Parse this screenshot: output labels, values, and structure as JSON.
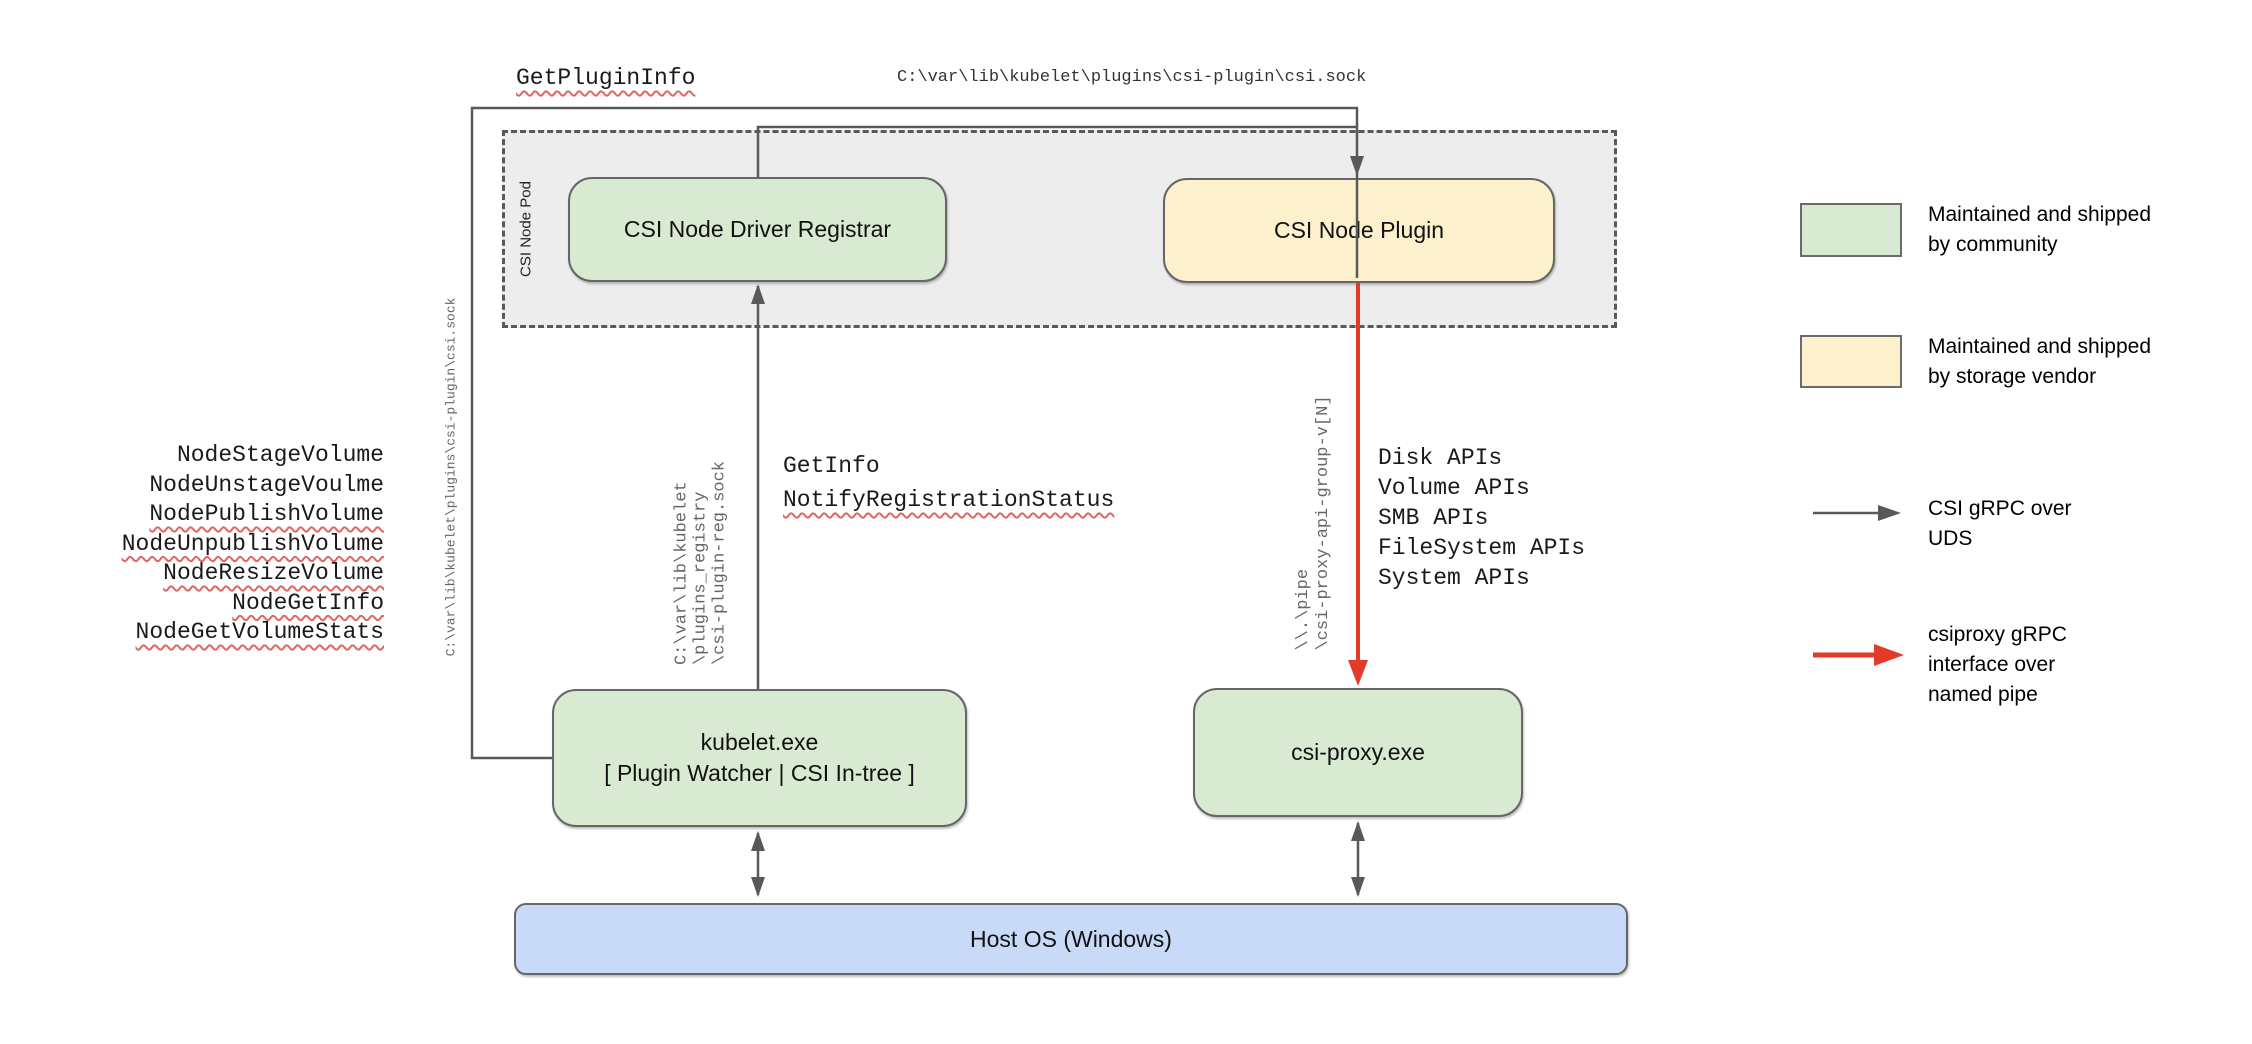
{
  "diagram": {
    "pod_label": "CSI Node Pod",
    "boxes": {
      "registrar": "CSI Node Driver Registrar",
      "plugin": "CSI Node Plugin",
      "kubelet_line1": "kubelet.exe",
      "kubelet_line2": "[ Plugin Watcher | CSI In-tree ]",
      "csi_proxy": "csi-proxy.exe",
      "host_os": "Host OS (Windows)"
    },
    "labels": {
      "get_plugin_info": "GetPluginInfo",
      "csi_sock_top": "C:\\var\\lib\\kubelet\\plugins\\csi-plugin\\csi.sock",
      "csi_sock_left": "C:\\var\\lib\\kubelet\\plugins\\csi-plugin\\csi.sock",
      "get_info": "GetInfo",
      "notify_registration_status": "NotifyRegistrationStatus",
      "reg_sock_line1": "C:\\var\\lib\\kubelet",
      "reg_sock_line2": "\\plugins_registry",
      "reg_sock_line3": "\\csi-plugin-reg.sock",
      "pipe_line1": "\\\\.\\pipe",
      "pipe_line2": "\\csi-proxy-api-group-v[N]"
    },
    "node_calls": [
      "NodeStageVolume",
      "NodeUnstageVoulme",
      "NodePublishVolume",
      "NodeUnpublishVolume",
      "NodeResizeVolume",
      "NodeGetInfo",
      "NodeGetVolumeStats"
    ],
    "api_calls": [
      "Disk APIs",
      "Volume APIs",
      "SMB APIs",
      "FileSystem APIs",
      "System APIs"
    ]
  },
  "legend": {
    "community": {
      "line1": "Maintained and shipped",
      "line2": "by community"
    },
    "vendor": {
      "line1": "Maintained and shipped",
      "line2": "by storage vendor"
    },
    "uds": {
      "line1": "CSI gRPC over",
      "line2": "UDS"
    },
    "pipe": {
      "line1": "csiproxy gRPC",
      "line2": "interface over",
      "line3": "named pipe"
    }
  },
  "colors": {
    "community_green": "#d9ead3",
    "vendor_yellow": "#fcf1cc",
    "host_blue": "#c9daf8",
    "pod_gray": "#ededed",
    "line_gray": "#595959",
    "grpc_red": "#e33b2a",
    "squiggle_red": "#e06666"
  }
}
